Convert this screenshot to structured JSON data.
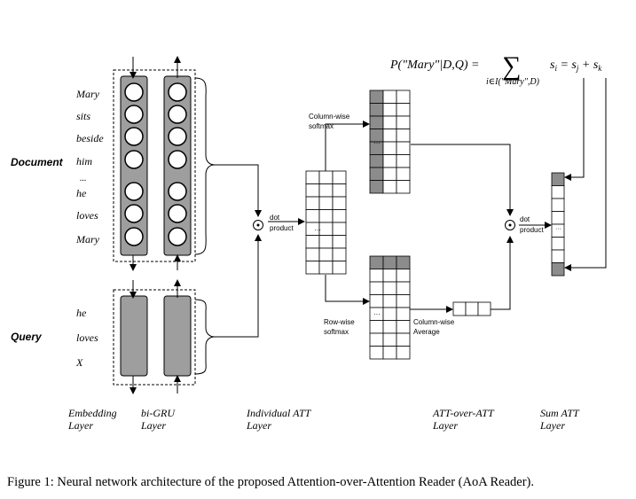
{
  "formula": {
    "lhs": "P(\"Mary\"|D,Q) =",
    "sum_symbol": "∑",
    "sum_index": "i∈I(\"Mary\",D)",
    "rhs": "s_i = s_j + s_k"
  },
  "labels": {
    "document": "Document",
    "query": "Query",
    "column_wise_softmax": [
      "Column-wise",
      "softmax"
    ],
    "row_wise_softmax": [
      "Row-wise",
      "softmax"
    ],
    "column_wise_average": [
      "Column-wise",
      "Average"
    ],
    "dot_product_1": [
      "dot",
      "product"
    ],
    "dot_product_2": [
      "dot",
      "product"
    ],
    "ellipsis": "…",
    "grid_dots": "···"
  },
  "document_words": [
    "Mary",
    "sits",
    "beside",
    "him",
    "...",
    "he",
    "loves",
    "Mary"
  ],
  "query_words": [
    "he",
    "loves",
    "X"
  ],
  "layers": [
    {
      "line1": "Embedding",
      "line2": "Layer"
    },
    {
      "line1": "bi-GRU",
      "line2": "Layer"
    },
    {
      "line1": "Individual ATT",
      "line2": "Layer"
    },
    {
      "line1": "ATT-over-ATT",
      "line2": "Layer"
    },
    {
      "line1": "Sum ATT",
      "line2": "Layer"
    }
  ],
  "caption": "Figure 1:  Neural network architecture of the proposed Attention-over-Attention Reader (AoA Reader).",
  "colors": {
    "line": "#000000",
    "fill_gray": "#9e9e9e",
    "dark_cell": "#8c8c8c",
    "white": "#ffffff"
  }
}
